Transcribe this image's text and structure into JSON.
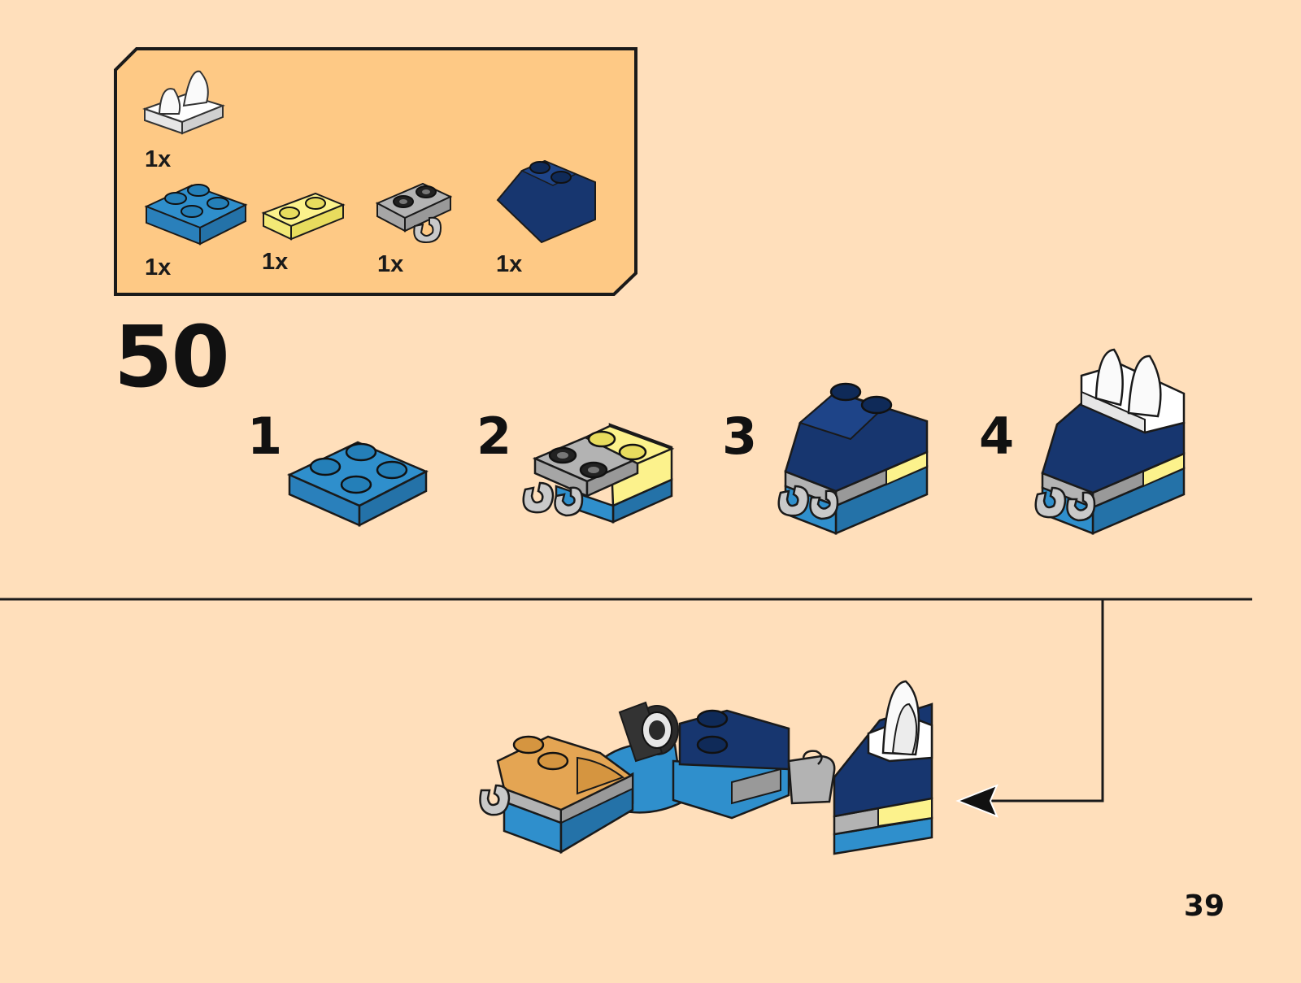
{
  "parts_list": {
    "items": [
      {
        "part": "white-plate-with-teeth",
        "qty": "1x"
      },
      {
        "part": "blue-plate-2x2",
        "qty": "1x"
      },
      {
        "part": "yellow-plate-1x2",
        "qty": "1x"
      },
      {
        "part": "gray-plate-with-clip",
        "qty": "1x"
      },
      {
        "part": "dark-blue-slope-2x2",
        "qty": "1x"
      }
    ]
  },
  "step": {
    "number": "50"
  },
  "substeps": [
    {
      "label": "1"
    },
    {
      "label": "2"
    },
    {
      "label": "3"
    },
    {
      "label": "4"
    }
  ],
  "page": {
    "number": "39"
  },
  "colors": {
    "background": "#ffdfbb",
    "parts_box": "#fec985",
    "blue": "#2f8fcc",
    "dark_blue": "#17366f",
    "yellow": "#fcf28c",
    "gray": "#b3b3b3",
    "tan": "#e4a553",
    "white": "#ffffff"
  }
}
